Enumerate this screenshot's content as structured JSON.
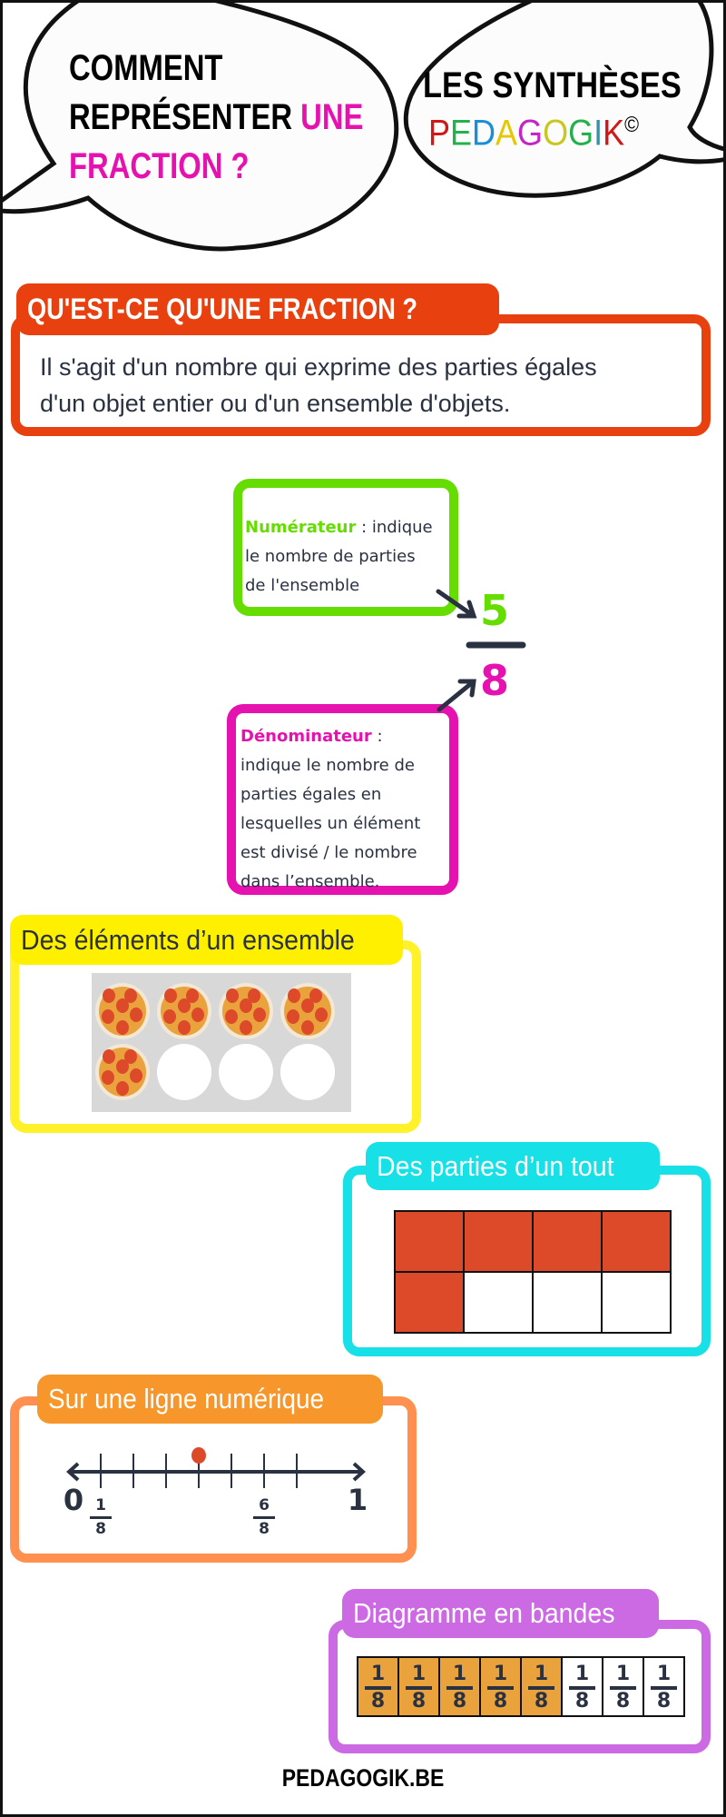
{
  "header": {
    "title_line1": "COMMENT",
    "title_line2": "REPRÉSENTER",
    "title_line2_highlight": "UNE",
    "title_line3": "FRACTION ?",
    "brand_line1": "LES SYNTHÈSES",
    "brand_letters": [
      {
        "char": "P",
        "color": "#d01818"
      },
      {
        "char": "E",
        "color": "#22b14c"
      },
      {
        "char": "D",
        "color": "#1a8fd6"
      },
      {
        "char": "A",
        "color": "#e6c800"
      },
      {
        "char": "G",
        "color": "#c424c8"
      },
      {
        "char": "O",
        "color": "#c8c820"
      },
      {
        "char": "G",
        "color": "#22b14c"
      },
      {
        "char": "I",
        "color": "#3a8fa8"
      },
      {
        "char": "K",
        "color": "#d01818"
      }
    ],
    "brand_copyright": "©"
  },
  "definition": {
    "title": "QU'EST-CE QU'UNE FRACTION ?",
    "line1": "Il s'agit d'un nombre qui exprime des parties égales",
    "line2": "d'un objet entier ou d'un ensemble d'objets."
  },
  "fraction": {
    "numerator": "5",
    "denominator": "8",
    "numerator_term": "Numérateur",
    "numerator_desc": [
      " : indique",
      "le nombre de parties",
      "de l'ensemble"
    ],
    "denominator_term": "Dénominateur",
    "denominator_desc": [
      " :",
      "indique le nombre de",
      "parties égales en",
      "lesquelles un élément",
      "est divisé / le nombre",
      "dans l’ensemble."
    ]
  },
  "ensemble": {
    "title": "Des éléments d’un ensemble",
    "total": 8,
    "filled": 5
  },
  "tout": {
    "title": "Des parties d’un tout",
    "total": 8,
    "filled": 5
  },
  "ligne": {
    "title": "Sur une ligne numérique",
    "start": "0",
    "end": "1",
    "divisions": 8,
    "point": 4,
    "labels": [
      {
        "num": "1",
        "den": "8",
        "tick": 1
      },
      {
        "num": "6",
        "den": "8",
        "tick": 6
      }
    ]
  },
  "bandes": {
    "title": "Diagramme en bandes",
    "total": 8,
    "filled": 5,
    "num": "1",
    "den": "8"
  },
  "footer": {
    "site": "PEDAGOGIK.BE"
  },
  "colors": {
    "orange_red": "#e8400f",
    "green": "#66dd00",
    "magenta": "#e612b0",
    "yellow": "#fff000",
    "cyan": "#17e0e6",
    "orange": "#f7962a",
    "purple": "#cc6ae4",
    "fill_red": "#dc4a2a",
    "fill_orange": "#eaa23d"
  }
}
